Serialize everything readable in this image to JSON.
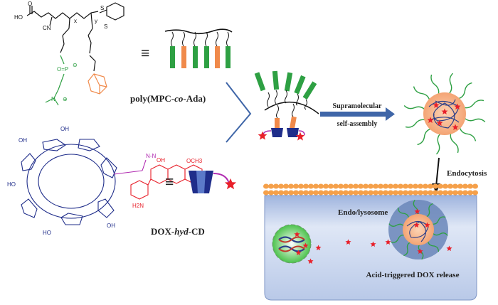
{
  "labels": {
    "polymer_name_a": "poly(MPC-",
    "polymer_name_b": "co",
    "polymer_name_c": "-Ada)",
    "conjugate_name_a": "DOX-",
    "conjugate_name_b": "hyd",
    "conjugate_name_c": "-CD",
    "assembly_line1": "Supramolecular",
    "assembly_line2": "self-assembly",
    "endocytosis": "Endocytosis",
    "endolysosome": "Endo/lysosome",
    "release": "Acid-triggered DOX release",
    "equiv": "≡"
  },
  "chem_labels": {
    "ho": "HO",
    "o": "O",
    "cn": "CN",
    "x": "x",
    "y": "y",
    "s": "S",
    "p": "O=P",
    "minus": "⊖",
    "plus": "⊕",
    "n": "N",
    "och3": "OCH3",
    "oh": "OH",
    "h2n": "H2N",
    "nn": "N-N"
  },
  "colors": {
    "mpc": "#2ea043",
    "ada": "#f08a4b",
    "cd": "#1f2d8a",
    "dox": "#e8202a",
    "linker": "#b02ab0",
    "arrow": "#3f66a8",
    "cell": "#c9d6ee",
    "membrane": "#f5a04a"
  }
}
